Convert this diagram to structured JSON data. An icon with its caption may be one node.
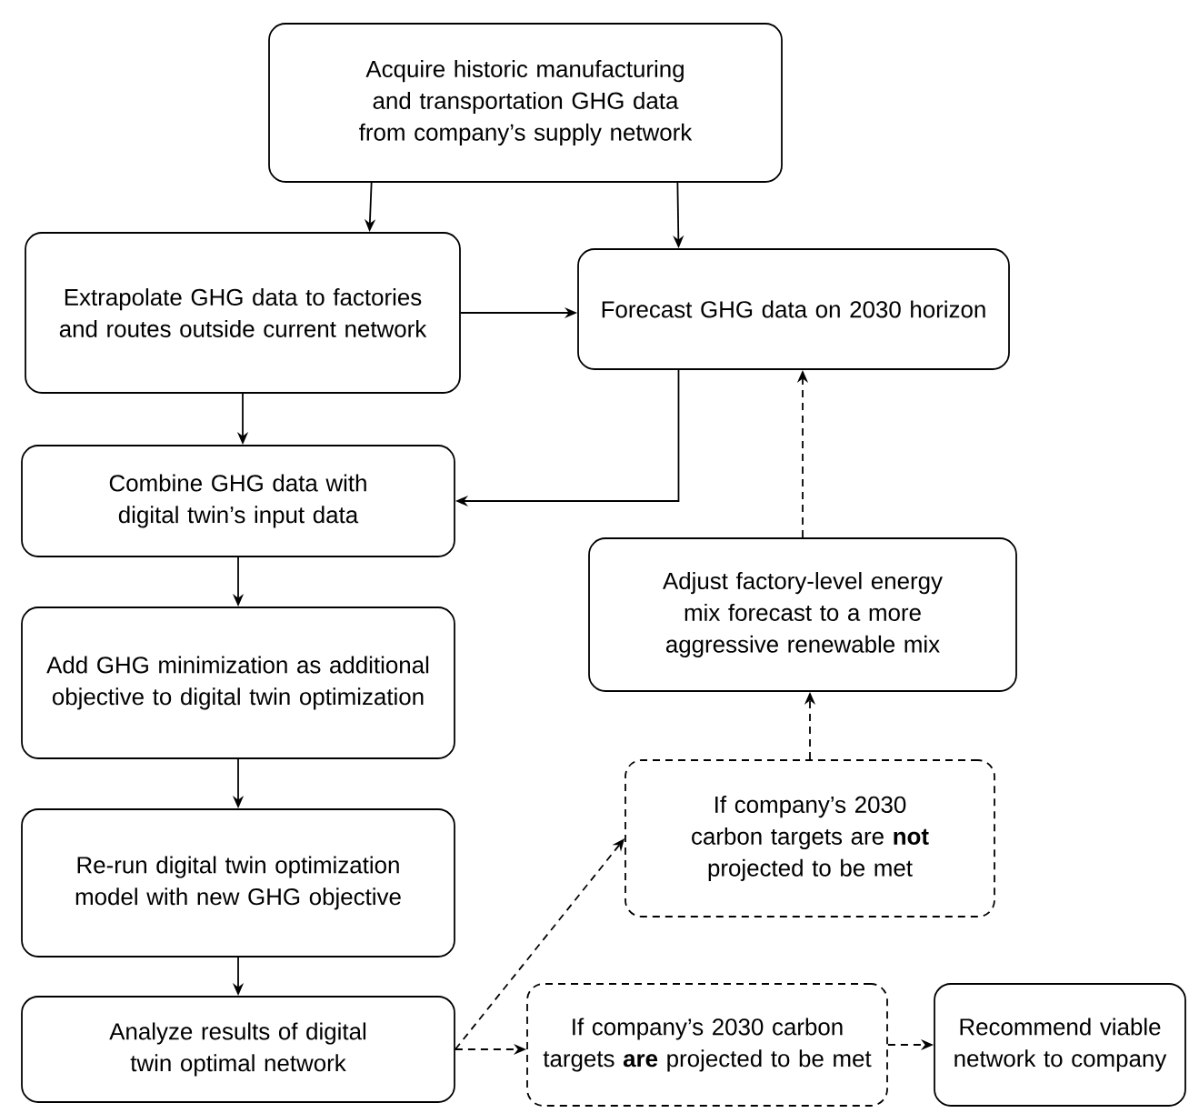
{
  "diagram": {
    "nodes": [
      {
        "text": [
          "Acquire historic manufacturing and transportation GHG data from company’s supply network"
        ]
      },
      {
        "text": [
          "Extrapolate GHG data to factories and routes outside current network"
        ]
      },
      {
        "text": [
          "Forecast GHG data on 2030 horizon"
        ]
      },
      {
        "text": [
          "Combine GHG data with digital twin’s input data"
        ]
      },
      {
        "text": [
          "Add GHG minimization as additional objective to digital twin optimization"
        ]
      },
      {
        "text": [
          "Re-run digital twin optimization model with new GHG objective"
        ]
      },
      {
        "text": [
          "Analyze results of digital twin optimal network"
        ]
      },
      {
        "text": [
          "Adjust factory-level energy mix forecast to a more aggressive renewable mix"
        ]
      },
      {
        "text": [
          "If company’s 2030 carbon targets are **not** projected to be met"
        ]
      },
      {
        "text": [
          "If company’s 2030 carbon targets **are** projected to be met"
        ]
      },
      {
        "text": [
          "Recommend viable network to company"
        ]
      }
    ],
    "edges": [
      {
        "from": 0,
        "to": 1,
        "arrow": "to"
      },
      {
        "from": 0,
        "to": 2,
        "arrow": "to"
      },
      {
        "from": 1,
        "to": 2,
        "arrow": "to"
      },
      {
        "from": 2,
        "to": 3,
        "arrow": "to"
      },
      {
        "from": 1,
        "to": 3,
        "arrow": "to"
      },
      {
        "from": 3,
        "to": 4,
        "arrow": "to"
      },
      {
        "from": 4,
        "to": 5,
        "arrow": "to"
      },
      {
        "from": 5,
        "to": 6,
        "arrow": "to"
      },
      {
        "from": 6,
        "to": 8,
        "arrow": "to",
        "style": "dashed"
      },
      {
        "from": 6,
        "to": 9,
        "arrow": "to",
        "style": "dashed"
      },
      {
        "from": 9,
        "to": 10,
        "arrow": "to",
        "style": "dashed"
      },
      {
        "from": 8,
        "to": 7,
        "arrow": "to",
        "style": "dashed"
      },
      {
        "from": 7,
        "to": 2,
        "arrow": "to",
        "style": "dashed"
      }
    ]
  }
}
